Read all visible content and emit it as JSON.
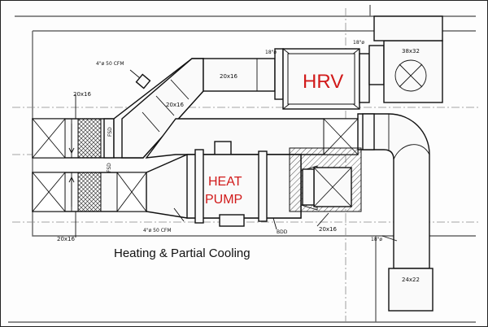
{
  "diagram": {
    "units": {
      "hrv": "HRV",
      "heat_pump_line1": "HEAT",
      "heat_pump_line2": "PUMP"
    },
    "caption": "Heating & Partial Cooling",
    "duct_labels": {
      "upper_diag_top": "20x16",
      "upper_diag": "20x16",
      "upper_left": "20x16",
      "lower_left": "20x16",
      "lower_right": "20x16",
      "exhaust_box": "38x32",
      "bottom_box": "24x22"
    },
    "round_labels": {
      "hrv_left": "18\"ø",
      "hrv_right": "18\"ø",
      "riser": "18\"ø"
    },
    "airflow_labels": {
      "upper": "4\"ø 50 CFM",
      "lower": "4\"ø 50 CFM"
    },
    "damper_labels": {
      "fsd_top": "FSD",
      "fsd_bottom": "FSD",
      "bdd": "BDD"
    },
    "colors": {
      "unit_label": "#d11a1a",
      "linework": "#111111",
      "background": "#ffffff"
    }
  }
}
